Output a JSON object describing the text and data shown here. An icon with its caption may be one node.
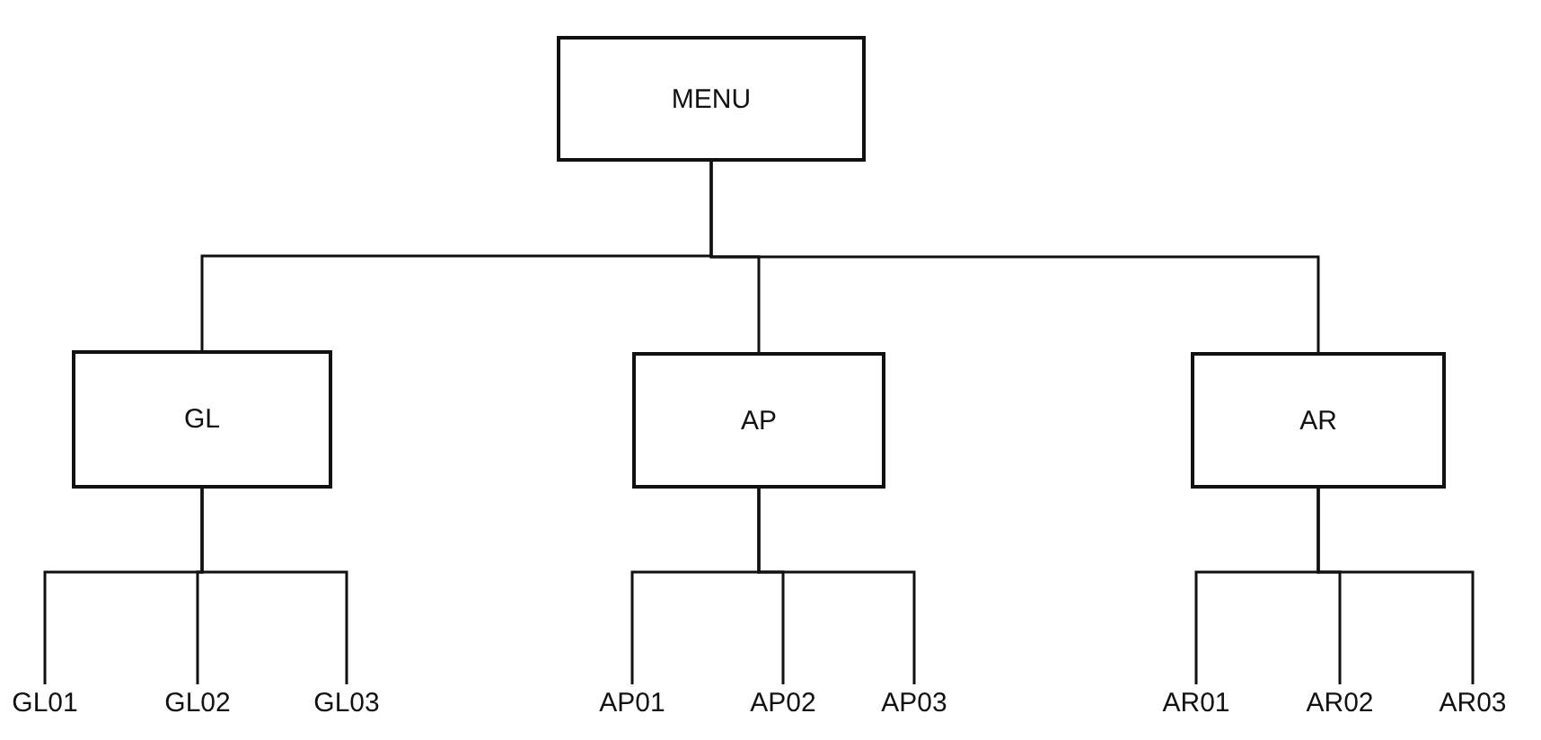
{
  "diagram": {
    "nodes": [
      {
        "text": [
          "MENU"
        ]
      },
      {
        "text": [
          "GL"
        ]
      },
      {
        "text": [
          "AP"
        ]
      },
      {
        "text": [
          "AR"
        ]
      },
      {
        "text": [
          "GL01"
        ]
      },
      {
        "text": [
          "GL02"
        ]
      },
      {
        "text": [
          "GL03"
        ]
      },
      {
        "text": [
          "AP01"
        ]
      },
      {
        "text": [
          "AP02"
        ]
      },
      {
        "text": [
          "AP03"
        ]
      },
      {
        "text": [
          "AR01"
        ]
      },
      {
        "text": [
          "AR02"
        ]
      },
      {
        "text": [
          "AR03"
        ]
      }
    ],
    "edges": [
      {
        "from": 0,
        "to": 1,
        "arrow": "none"
      },
      {
        "from": 0,
        "to": 2,
        "arrow": "none"
      },
      {
        "from": 0,
        "to": 3,
        "arrow": "none"
      },
      {
        "from": 1,
        "to": 4,
        "arrow": "none"
      },
      {
        "from": 1,
        "to": 5,
        "arrow": "none"
      },
      {
        "from": 1,
        "to": 6,
        "arrow": "none"
      },
      {
        "from": 2,
        "to": 7,
        "arrow": "none"
      },
      {
        "from": 2,
        "to": 8,
        "arrow": "none"
      },
      {
        "from": 2,
        "to": 9,
        "arrow": "none"
      },
      {
        "from": 3,
        "to": 10,
        "arrow": "none"
      },
      {
        "from": 3,
        "to": 11,
        "arrow": "none"
      },
      {
        "from": 3,
        "to": 12,
        "arrow": "none"
      }
    ]
  }
}
